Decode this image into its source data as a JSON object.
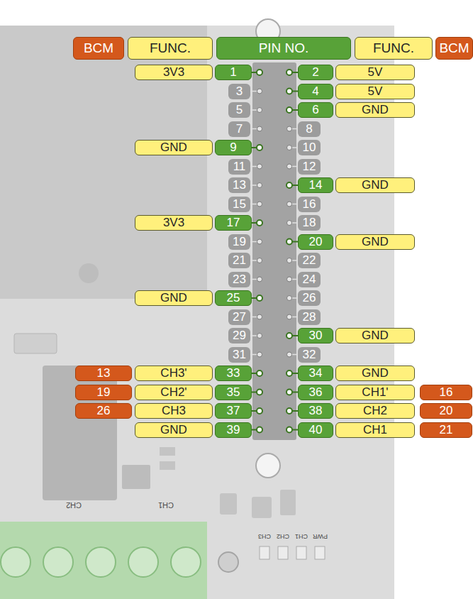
{
  "diagram": {
    "nodes": [
      {
        "text": [
          "BCM"
        ]
      },
      {
        "text": [
          "FUNC."
        ]
      },
      {
        "text": [
          "PIN NO."
        ]
      },
      {
        "text": [
          "FUNC."
        ]
      },
      {
        "text": [
          "BCM"
        ]
      },
      {
        "text": [
          "3V3"
        ]
      },
      {
        "text": [
          "1"
        ]
      },
      {
        "text": [
          "2"
        ]
      },
      {
        "text": [
          "5V"
        ]
      },
      {
        "text": [
          "3"
        ]
      },
      {
        "text": [
          "4"
        ]
      },
      {
        "text": [
          "5V"
        ]
      },
      {
        "text": [
          "5"
        ]
      },
      {
        "text": [
          "6"
        ]
      },
      {
        "text": [
          "GND"
        ]
      },
      {
        "text": [
          "7"
        ]
      },
      {
        "text": [
          "8"
        ]
      },
      {
        "text": [
          "GND"
        ]
      },
      {
        "text": [
          "9"
        ]
      },
      {
        "text": [
          "10"
        ]
      },
      {
        "text": [
          "11"
        ]
      },
      {
        "text": [
          "12"
        ]
      },
      {
        "text": [
          "13"
        ]
      },
      {
        "text": [
          "14"
        ]
      },
      {
        "text": [
          "GND"
        ]
      },
      {
        "text": [
          "15"
        ]
      },
      {
        "text": [
          "16"
        ]
      },
      {
        "text": [
          "3V3"
        ]
      },
      {
        "text": [
          "17"
        ]
      },
      {
        "text": [
          "18"
        ]
      },
      {
        "text": [
          "19"
        ]
      },
      {
        "text": [
          "20"
        ]
      },
      {
        "text": [
          "GND"
        ]
      },
      {
        "text": [
          "21"
        ]
      },
      {
        "text": [
          "22"
        ]
      },
      {
        "text": [
          "23"
        ]
      },
      {
        "text": [
          "24"
        ]
      },
      {
        "text": [
          "GND"
        ]
      },
      {
        "text": [
          "25"
        ]
      },
      {
        "text": [
          "26"
        ]
      },
      {
        "text": [
          "27"
        ]
      },
      {
        "text": [
          "28"
        ]
      },
      {
        "text": [
          "29"
        ]
      },
      {
        "text": [
          "30"
        ]
      },
      {
        "text": [
          "GND"
        ]
      },
      {
        "text": [
          "31"
        ]
      },
      {
        "text": [
          "32"
        ]
      },
      {
        "text": [
          "13"
        ]
      },
      {
        "text": [
          "CH3'"
        ]
      },
      {
        "text": [
          "33"
        ]
      },
      {
        "text": [
          "34"
        ]
      },
      {
        "text": [
          "GND"
        ]
      },
      {
        "text": [
          "19"
        ]
      },
      {
        "text": [
          "CH2'"
        ]
      },
      {
        "text": [
          "35"
        ]
      },
      {
        "text": [
          "36"
        ]
      },
      {
        "text": [
          "CH1'"
        ]
      },
      {
        "text": [
          "16"
        ]
      },
      {
        "text": [
          "26"
        ]
      },
      {
        "text": [
          "CH3"
        ]
      },
      {
        "text": [
          "37"
        ]
      },
      {
        "text": [
          "38"
        ]
      },
      {
        "text": [
          "CH2"
        ]
      },
      {
        "text": [
          "20"
        ]
      },
      {
        "text": [
          "GND"
        ]
      },
      {
        "text": [
          "39"
        ]
      },
      {
        "text": [
          "40"
        ]
      },
      {
        "text": [
          "CH1"
        ]
      },
      {
        "text": [
          "21"
        ]
      }
    ],
    "labels": [
      "CH2",
      "CH1",
      "CH3",
      "CH2",
      "CH1",
      "PWR"
    ]
  }
}
